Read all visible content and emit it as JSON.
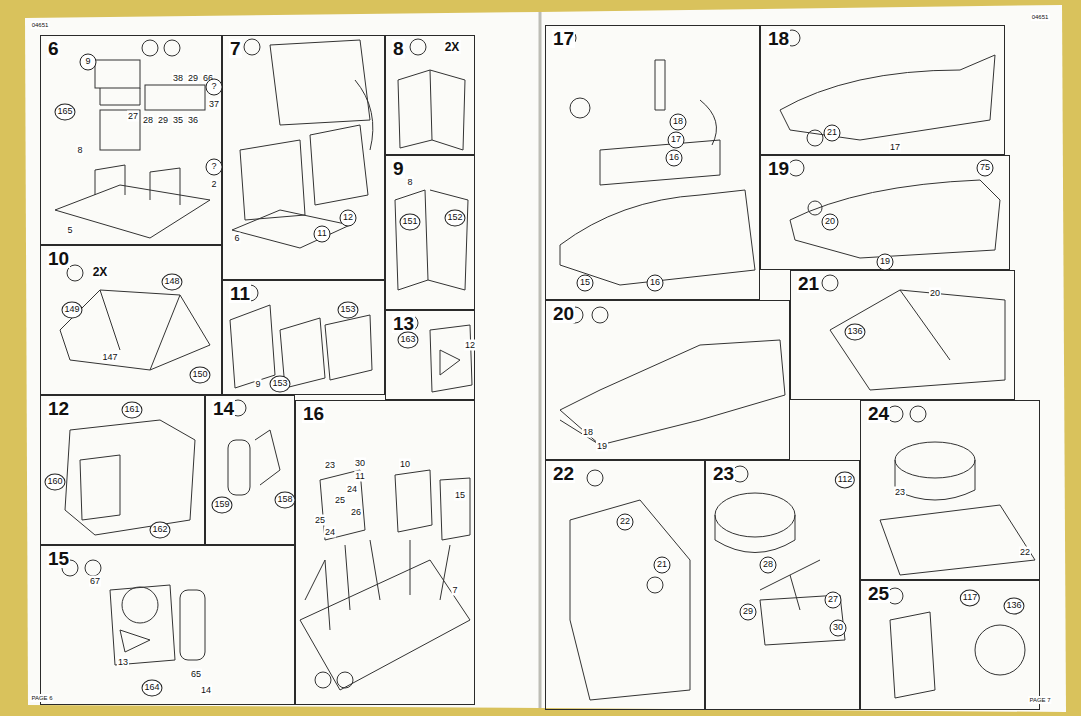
{
  "diagram": {
    "nodes": [
      {
        "text": [
          "6"
        ]
      },
      {
        "text": [
          "7"
        ]
      },
      {
        "text": [
          "8"
        ]
      },
      {
        "text": [
          "9"
        ]
      },
      {
        "text": [
          "10"
        ]
      },
      {
        "text": [
          "11"
        ]
      },
      {
        "text": [
          "12"
        ]
      },
      {
        "text": [
          "13"
        ]
      },
      {
        "text": [
          "14"
        ]
      },
      {
        "text": [
          "15"
        ]
      },
      {
        "text": [
          "16"
        ]
      },
      {
        "text": [
          "17"
        ]
      },
      {
        "text": [
          "18"
        ]
      },
      {
        "text": [
          "19"
        ]
      },
      {
        "text": [
          "20"
        ]
      },
      {
        "text": [
          "21"
        ]
      },
      {
        "text": [
          "22"
        ]
      },
      {
        "text": [
          "23"
        ]
      },
      {
        "text": [
          "24"
        ]
      },
      {
        "text": [
          "25"
        ]
      }
    ],
    "labels": [
      "04651",
      "04651",
      "PAGE 6",
      "PAGE 7",
      "9",
      "165",
      "38",
      "29",
      "66",
      "37",
      "27",
      "28",
      "29",
      "35",
      "36",
      "?",
      "?",
      "2",
      "8",
      "5",
      "12",
      "11",
      "6",
      "2X",
      "151",
      "152",
      "8",
      "2X",
      "148",
      "149",
      "147",
      "150",
      "153",
      "153",
      "9",
      "163",
      "12",
      "161",
      "160",
      "162",
      "159",
      "158",
      "67",
      "65",
      "14",
      "13",
      "164",
      "23",
      "30",
      "11",
      "10",
      "15",
      "24",
      "25",
      "26",
      "25",
      "24",
      "7",
      "18",
      "17",
      "16",
      "15",
      "16",
      "21",
      "17",
      "75",
      "20",
      "19",
      "18",
      "19",
      "20",
      "136",
      "22",
      "21",
      "112",
      "28",
      "27",
      "29",
      "30",
      "23",
      "22",
      "117",
      "136"
    ]
  }
}
